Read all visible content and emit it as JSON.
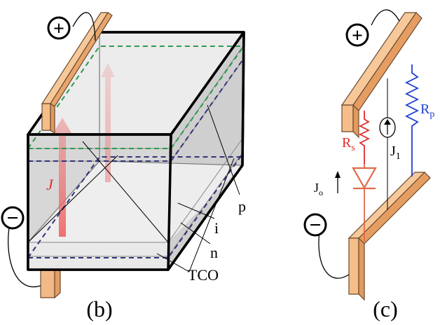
{
  "panel_b": {
    "caption": "(b)",
    "labels": {
      "current": "J",
      "p_layer": "p",
      "i_layer": "i",
      "n_layer": "n",
      "tco": "TCO"
    },
    "terminals": {
      "positive": "+",
      "negative": "−"
    }
  },
  "panel_c": {
    "caption": "(c)",
    "labels": {
      "rs_main": "R",
      "rs_sub": "s",
      "rp_main": "R",
      "rp_sub": "p",
      "j1_main": "J",
      "j1_sub": "1",
      "jo_main": "J",
      "jo_sub": "o"
    },
    "terminals": {
      "positive": "+",
      "negative": "−"
    }
  },
  "colors": {
    "electrode": "#f7c99a",
    "electrode_stroke": "#6b4a2e",
    "p_layer_dash": "#2e9a4e",
    "n_layer_dash": "#33337a",
    "current_arrow": "#e37a7a",
    "rs": "#e22b2b",
    "rp": "#1f3fd6",
    "diode": "#e06a4a"
  }
}
